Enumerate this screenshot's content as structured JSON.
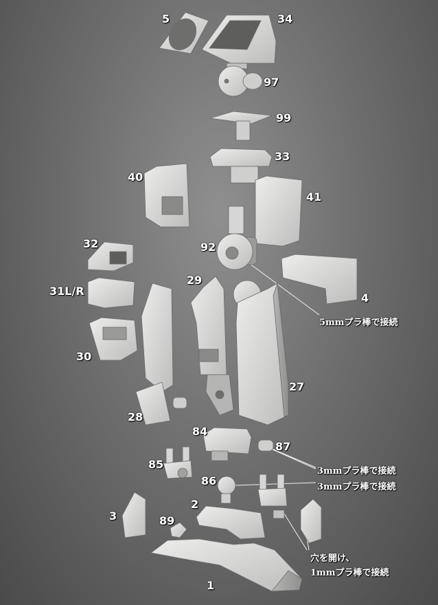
{
  "parts": {
    "p5": "5",
    "p34": "34",
    "p97": "97",
    "p99": "99",
    "p33": "33",
    "p40": "40",
    "p41": "41",
    "p92": "92",
    "p32": "32",
    "p4": "4",
    "p31": "31L/R",
    "p29": "29",
    "p30": "30",
    "p27": "27",
    "p28": "28",
    "p84": "84",
    "p87": "87",
    "p85": "85",
    "p86": "86",
    "p2": "2",
    "p3": "3",
    "p89": "89",
    "p1": "1"
  },
  "notes": {
    "rod5": "5mmプラ棒で接続",
    "rod3a": "3mmプラ棒で接続",
    "rod3b": "3mmプラ棒で接続",
    "drill_line1": "穴を開け、",
    "drill_line2": "1mmプラ棒で接続"
  },
  "colors": {
    "part_light": "#e4e4e2",
    "part_mid": "#c9c9c7",
    "part_dark": "#9e9e9c",
    "label": "#ffffff"
  }
}
